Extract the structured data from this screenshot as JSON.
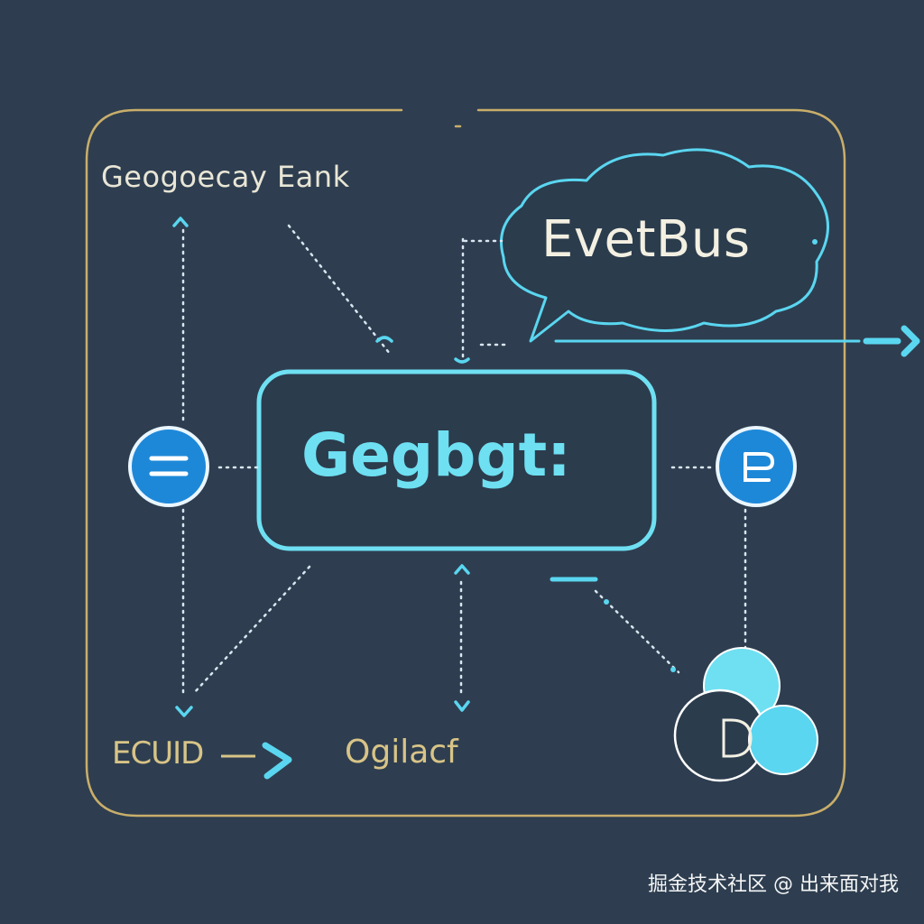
{
  "diagram": {
    "top_left_label": "Geogoecay Eank",
    "cloud_label": "EvetBus",
    "center_label": "Gegbgt:",
    "bottom_left_label": "ECUID",
    "bottom_center_label": "Ogilacf",
    "watermark": "掘金技术社区 @ 出来面对我"
  },
  "colors": {
    "background": "#2e3e50",
    "frame": "#c9ae6a",
    "accent": "#5ad6f0",
    "node_blue": "#1e88d8",
    "text_light": "#f3f0e2"
  }
}
